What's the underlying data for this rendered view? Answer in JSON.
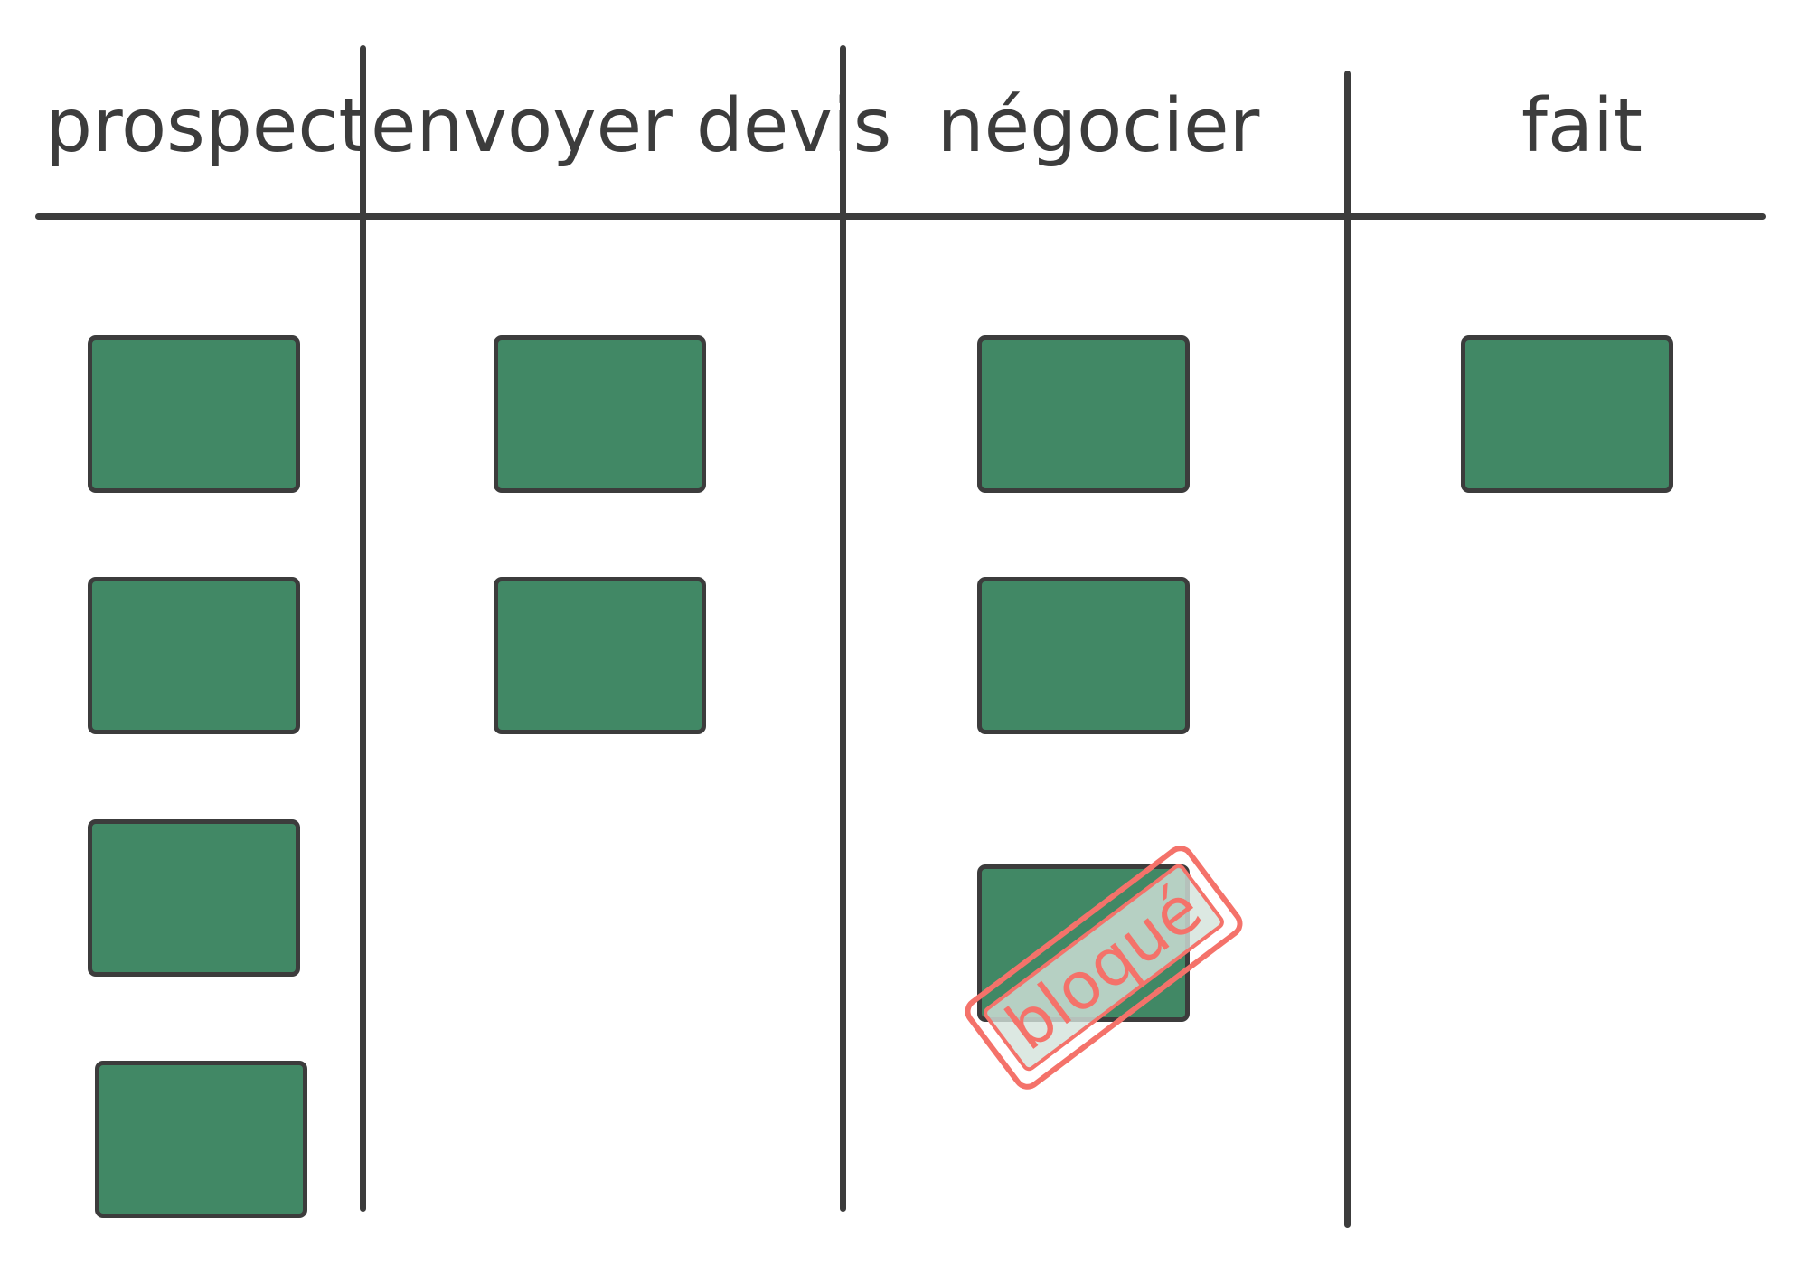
{
  "columns": [
    {
      "title": "prospect",
      "card_count": 4
    },
    {
      "title": "envoyer devis",
      "card_count": 2
    },
    {
      "title": "négocier",
      "card_count": 3
    },
    {
      "title": "fait",
      "card_count": 1
    }
  ],
  "blocked_card": {
    "column": "négocier",
    "index": 3,
    "stamp_label": "bloqué"
  },
  "colors": {
    "card_fill": "#418865",
    "card_border": "#3c3c3c",
    "line": "#3c3c3c",
    "header_text": "#3c3c3c",
    "stamp": "#f4726a"
  }
}
